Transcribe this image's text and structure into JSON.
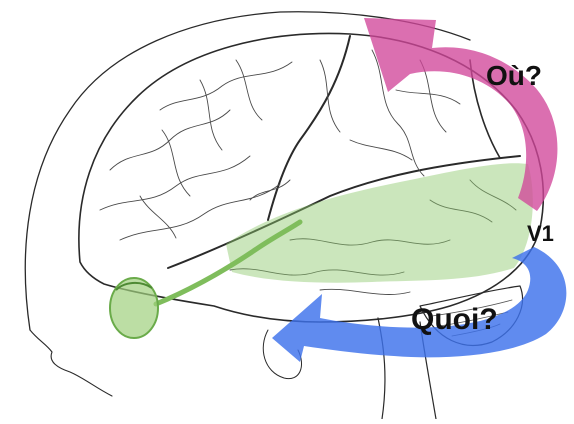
{
  "labels": {
    "where": "Où?",
    "v1": "V1",
    "what": "Quoi?"
  },
  "colors": {
    "dorsal_stream_arrow": "#d1469a",
    "ventral_stream_arrow": "#3d72ec",
    "visual_pathway_highlight": "#8cc86a",
    "brain_outline": "#2a2a2a",
    "background": "#ffffff"
  }
}
